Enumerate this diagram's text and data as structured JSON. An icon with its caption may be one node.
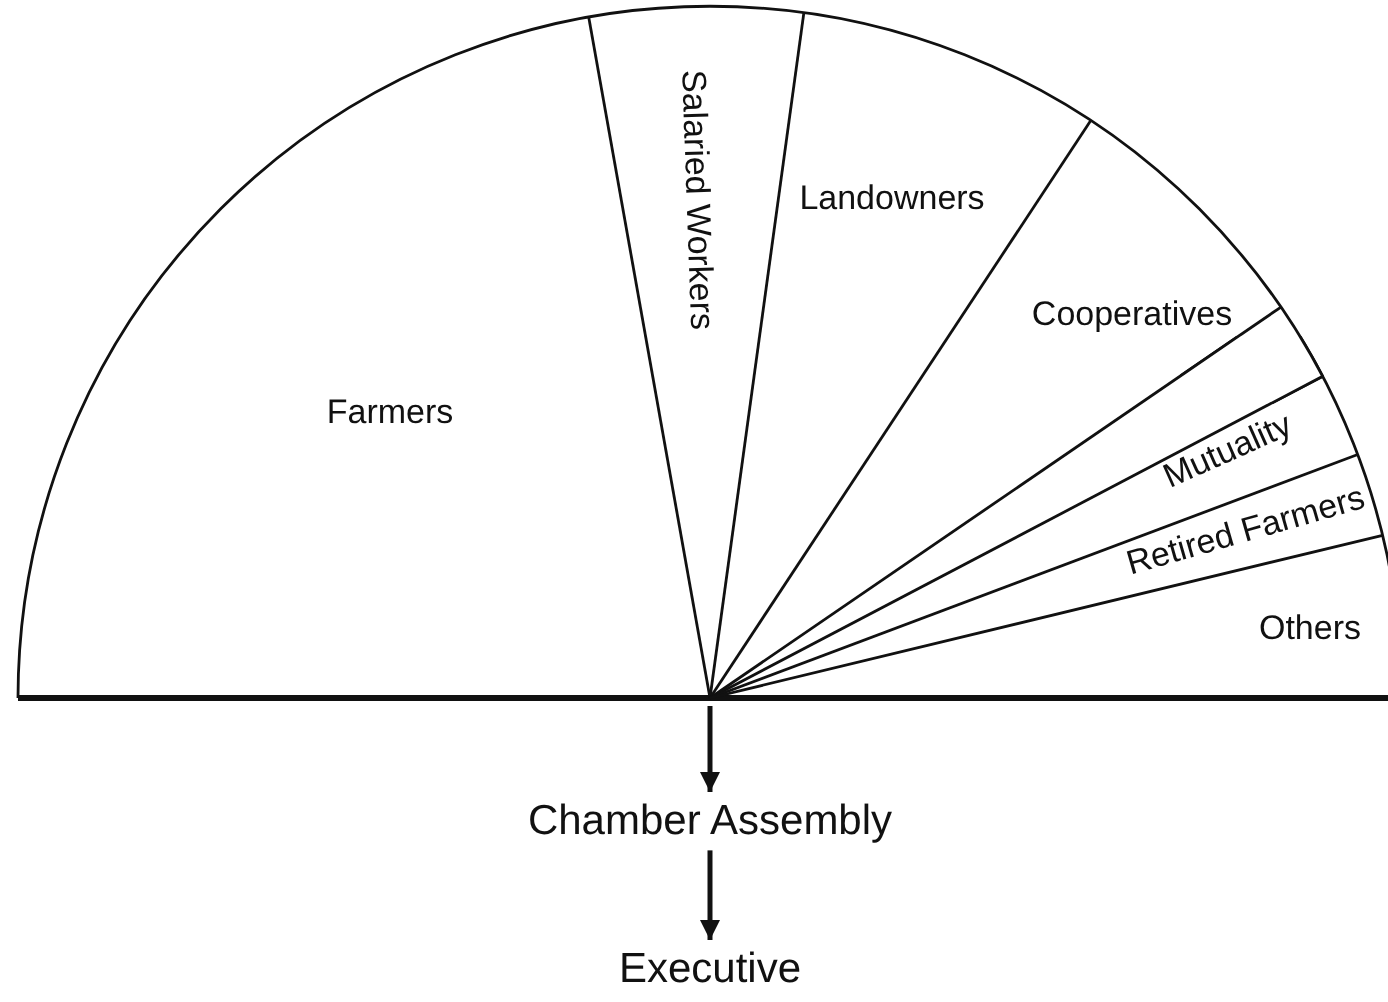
{
  "diagram": {
    "nodes": [
      {
        "text": [],
        "shape": "semicircle"
      },
      {
        "text": [
          "Farmers"
        ],
        "in": 0
      },
      {
        "text": [
          "Salaried Workers"
        ],
        "in": 0
      },
      {
        "text": [
          "Landowners"
        ],
        "in": 0
      },
      {
        "text": [
          "Cooperatives"
        ],
        "in": 0
      },
      {
        "text": [],
        "shape": "sector",
        "in": 0
      },
      {
        "text": [
          "Mutuality"
        ],
        "in": 0
      },
      {
        "text": [
          "Retired Farmers"
        ],
        "in": 0
      },
      {
        "text": [
          "Others"
        ],
        "in": 0
      },
      {
        "text": [
          "Chamber Assembly"
        ]
      },
      {
        "text": [
          "Executive"
        ]
      }
    ],
    "edges": [
      {
        "from": 0,
        "to": 9,
        "arrow": "to"
      },
      {
        "from": 9,
        "to": 10,
        "arrow": "to"
      }
    ]
  }
}
